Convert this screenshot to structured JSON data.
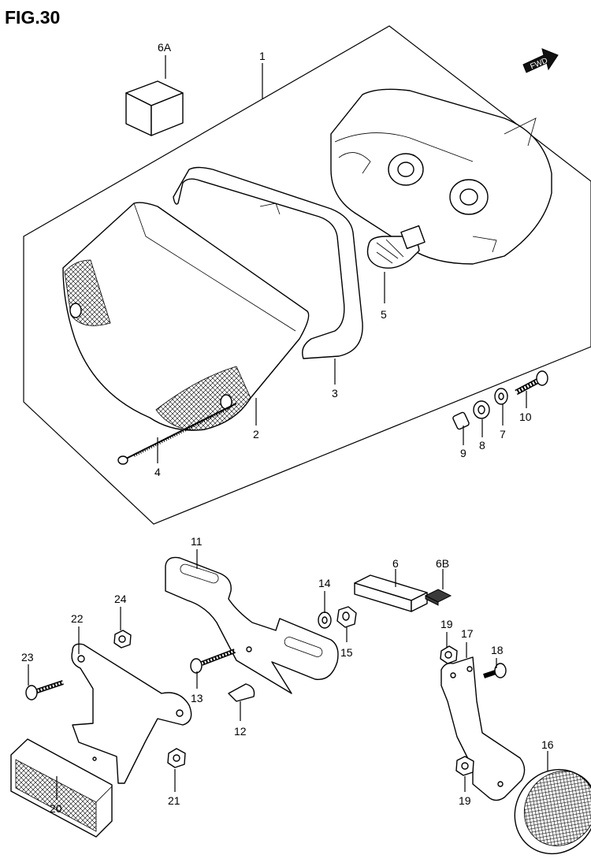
{
  "figure": {
    "title": "FIG.30",
    "direction_badge": "FWD"
  },
  "callouts": {
    "p1": "1",
    "p2": "2",
    "p3": "3",
    "p4": "4",
    "p5": "5",
    "p6": "6",
    "p6a": "6A",
    "p6b": "6B",
    "p7": "7",
    "p8": "8",
    "p9": "9",
    "p10": "10",
    "p11": "11",
    "p12": "12",
    "p13": "13",
    "p14": "14",
    "p15": "15",
    "p16": "16",
    "p17": "17",
    "p18": "18",
    "p19a": "19",
    "p19b": "19",
    "p20": "20",
    "p21": "21",
    "p22": "22",
    "p23": "23",
    "p24": "24"
  }
}
